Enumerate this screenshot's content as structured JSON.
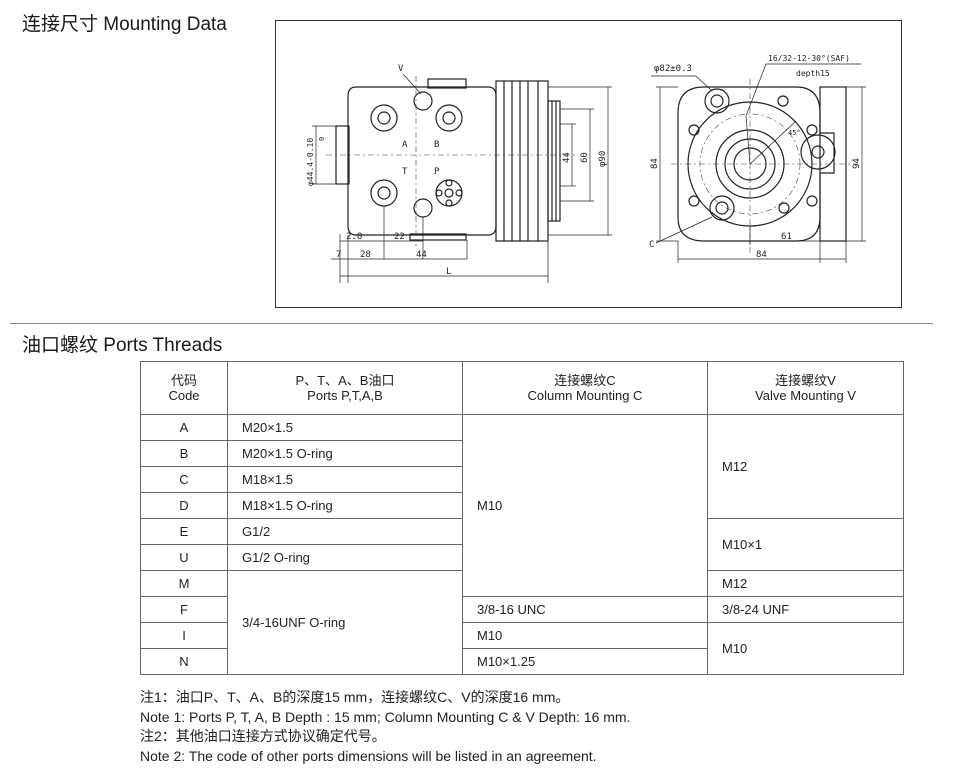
{
  "sections": {
    "mounting_title": "连接尺寸 Mounting Data",
    "ports_title": "油口螺纹 Ports Threads"
  },
  "drawing": {
    "labels": {
      "v": "V",
      "a": "A",
      "b": "B",
      "t": "T",
      "p": "P",
      "d44": "φ44.4-0.10",
      "d44_tol": "0",
      "dim_2_8": "2.8",
      "dim_22": "22",
      "dim_7": "7",
      "dim_28": "28",
      "dim_44": "44",
      "dim_L": "L",
      "dim_44v": "44",
      "dim_60": "60",
      "dim_90": "φ90",
      "phi82": "φ82±0.3",
      "saf": "16/32-12-30°(SAF)",
      "depth": "depth15",
      "dim_84v": "84",
      "dim_94": "94",
      "deg45": "45°",
      "c": "C",
      "dim_61": "61",
      "dim_84h": "84"
    }
  },
  "table": {
    "headers": [
      {
        "cn": "代码",
        "en": "Code"
      },
      {
        "cn": "P、T、A、B油口",
        "en": "Ports P,T,A,B"
      },
      {
        "cn": "连接螺纹C",
        "en": "Column Mounting C"
      },
      {
        "cn": "连接螺纹V",
        "en": "Valve Mounting V"
      }
    ],
    "codes": [
      "A",
      "B",
      "C",
      "D",
      "E",
      "U",
      "M",
      "F",
      "I",
      "N"
    ],
    "ports": [
      "M20×1.5",
      "M20×1.5 O-ring",
      "M18×1.5",
      "M18×1.5 O-ring",
      "G1/2",
      "G1/2 O-ring",
      "3/4-16UNF O-ring"
    ],
    "column": [
      "M10",
      "3/8-16 UNC",
      "M10",
      "M10×1.25"
    ],
    "valve": [
      "M12",
      "M10×1",
      "M12",
      "3/8-24 UNF",
      "M10"
    ]
  },
  "notes": [
    "注1：油口P、T、A、B的深度15 mm，连接螺纹C、V的深度16 mm。",
    "Note 1: Ports P, T, A, B Depth : 15 mm; Column Mounting C & V Depth: 16 mm.",
    "注2：其他油口连接方式协议确定代号。",
    "Note 2: The code of other ports dimensions  will be listed in an agreement."
  ]
}
